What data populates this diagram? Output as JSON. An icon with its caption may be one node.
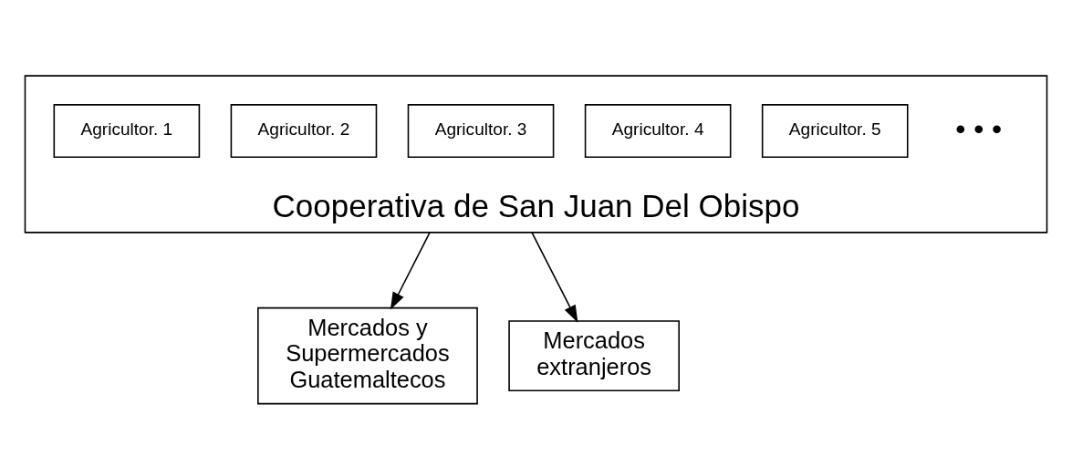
{
  "diagram": {
    "nodes": [
      {
        "text": [
          "Cooperativa de San Juan Del Obispo"
        ]
      },
      {
        "text": [
          "Agricultor. 1"
        ],
        "in": 0
      },
      {
        "text": [
          "Agricultor. 2"
        ],
        "in": 0
      },
      {
        "text": [
          "Agricultor. 3"
        ],
        "in": 0
      },
      {
        "text": [
          "Agricultor. 4"
        ],
        "in": 0
      },
      {
        "text": [
          "Agricultor. 5"
        ],
        "in": 0
      },
      {
        "text": [
          "Mercados y Supermercados Guatemaltecos"
        ]
      },
      {
        "text": [
          "Mercados extranjeros"
        ]
      }
    ],
    "edges": [
      {
        "from": 0,
        "to": 6,
        "arrow": "to"
      },
      {
        "from": 0,
        "to": 7,
        "arrow": "to"
      }
    ],
    "labels": [
      "• • •"
    ]
  }
}
